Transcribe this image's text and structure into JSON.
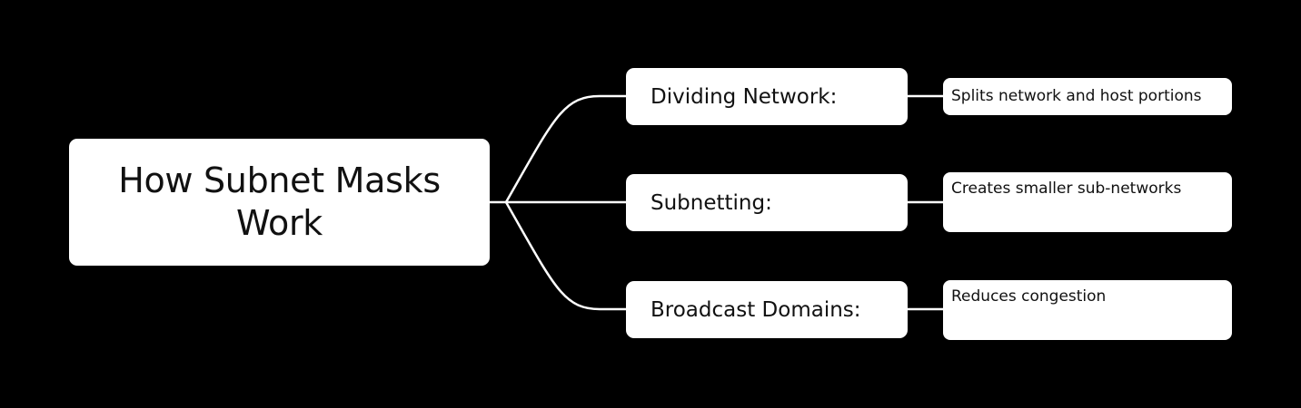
{
  "diagram": {
    "root": {
      "title": "How Subnet Masks Work"
    },
    "branches": [
      {
        "label": "Dividing Network:",
        "detail": "Splits network and host portions"
      },
      {
        "label": "Subnetting:",
        "detail": "Creates smaller sub-networks"
      },
      {
        "label": "Broadcast Domains:",
        "detail": "Reduces congestion"
      }
    ]
  },
  "colors": {
    "background": "#000000",
    "node_fill": "#ffffff",
    "connector": "#ffffff",
    "text": "#111111"
  }
}
